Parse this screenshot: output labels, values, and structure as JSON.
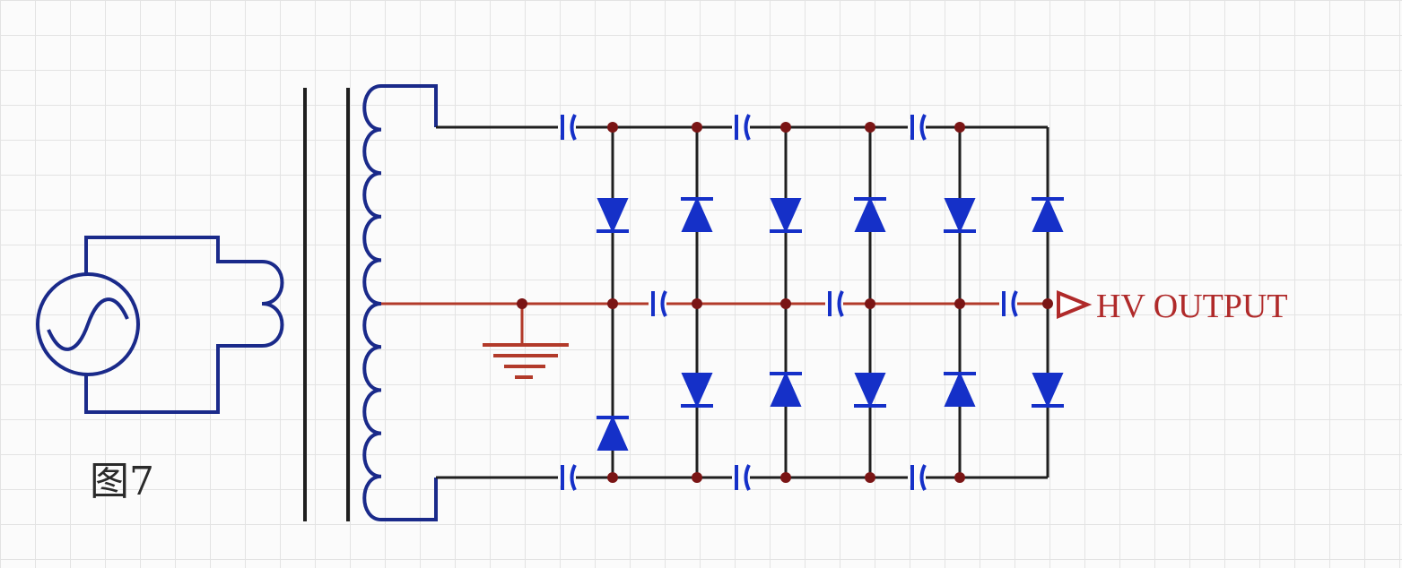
{
  "figure_label": "图7",
  "output_label": "HV OUTPUT",
  "colors": {
    "wire": "#1f1f1f",
    "winding": "#1a2a8a",
    "component": "#1530c8",
    "node": "#7a1515",
    "ground": "#b23a2a",
    "output": "#b02a2a",
    "grid": "#e3e3e3"
  },
  "components": {
    "source": "ac-voltage-source",
    "transformer": "center-tapped-transformer",
    "ground": "ground-symbol",
    "multiplier": "voltage-multiplier-ladder"
  }
}
